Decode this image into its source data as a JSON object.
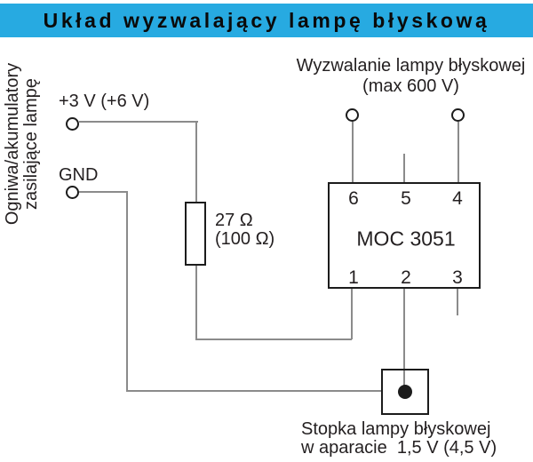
{
  "title": "Układ wyzwalający lampę błyskową",
  "colors": {
    "header_bg": "#27AAE1",
    "ink": "#231F20",
    "wire": "#8b8b8b"
  },
  "labels": {
    "battery_line1": "Ogniwa/akumulatory",
    "battery_line2": "zasilające lampę",
    "supply_positive": "+3 V (+6 V)",
    "supply_ground": "GND",
    "trigger_line1": "Wyzwalanie lampy błyskowej",
    "trigger_line2": "(max 600 V)",
    "resistor_value": "27 Ω",
    "resistor_value_alt": "(100 Ω)",
    "shoe_line1": "Stopka lampy błyskowej",
    "shoe_line2": "w aparacie  1,5 V (4,5 V)"
  },
  "ic": {
    "name": "MOC 3051",
    "pins_top": [
      "6",
      "5",
      "4"
    ],
    "pins_bottom": [
      "1",
      "2",
      "3"
    ]
  }
}
